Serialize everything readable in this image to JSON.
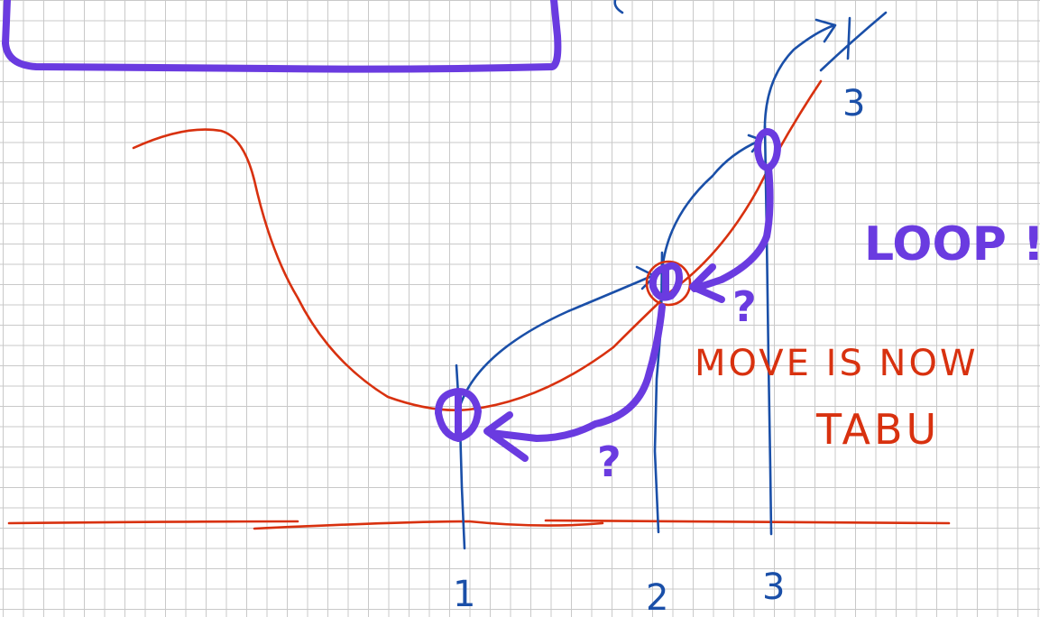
{
  "labels": {
    "point_1": "1",
    "point_2": "2",
    "point_3": "3",
    "point_3_top": "3",
    "loop_text": "LOOP !",
    "move_tabu_line1": "MOVE IS NOW",
    "move_tabu_line2": "TABU",
    "question_1": "?",
    "question_2": "?"
  },
  "colors": {
    "grid": "#c9c9c9",
    "red_ink": "#d8310f",
    "blue_ink": "#1a4fa8",
    "purple_ink": "#6a3be0"
  }
}
